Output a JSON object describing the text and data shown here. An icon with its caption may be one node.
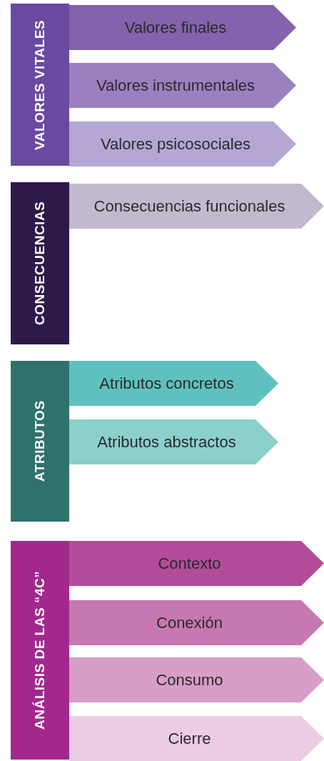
{
  "diagram": {
    "nodes": [
      {
        "text": [
          "VALORES VITALES"
        ]
      },
      {
        "text": [
          "Valores finales"
        ]
      },
      {
        "text": [
          "Valores instrumentales"
        ]
      },
      {
        "text": [
          "Valores psicosociales"
        ]
      },
      {
        "text": [
          "CONSECUENCIAS"
        ]
      },
      {
        "text": [
          "Consecuencias funcionales"
        ]
      },
      {
        "text": [
          "ATRIBUTOS"
        ]
      },
      {
        "text": [
          "Atributos concretos"
        ]
      },
      {
        "text": [
          "Atributos abstractos"
        ]
      },
      {
        "text": [
          "ANÁLISIS DE LAS “4C”"
        ]
      },
      {
        "text": [
          "Contexto"
        ]
      },
      {
        "text": [
          "Conexión"
        ]
      },
      {
        "text": [
          "Consumo"
        ]
      },
      {
        "text": [
          "Cierre"
        ]
      }
    ]
  }
}
